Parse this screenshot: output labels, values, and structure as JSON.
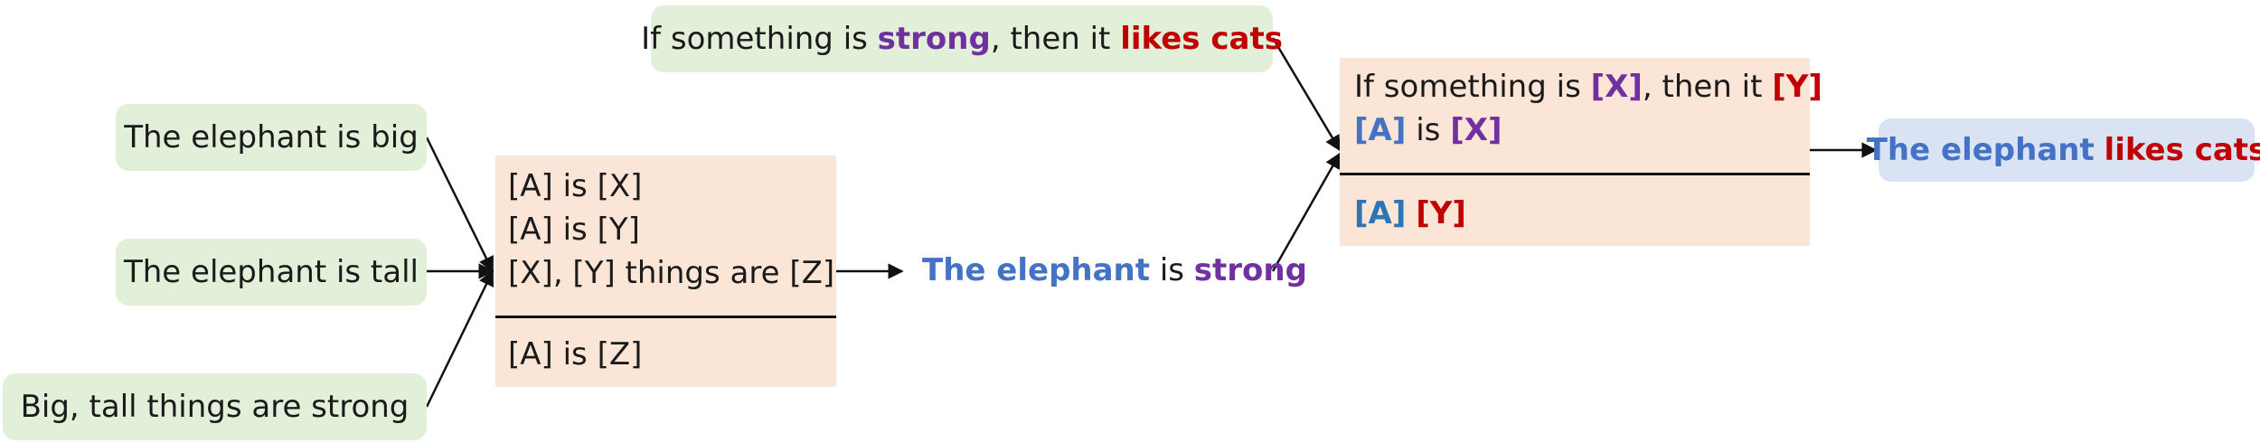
{
  "premises": {
    "p1": "The elephant is big",
    "p2": "The elephant is tall",
    "p3": "Big, tall things are strong"
  },
  "rule1": {
    "lines": [
      "[A] is [X]",
      "[A] is [Y]",
      "[X], [Y] things are [Z]"
    ],
    "conclusion": "[A] is [Z]"
  },
  "intermediate": {
    "subject": "The elephant",
    "verb": " is ",
    "property": "strong"
  },
  "top_premise": {
    "part1": "If something is ",
    "property": "strong",
    "part2": ", then it ",
    "action": "likes cats"
  },
  "rule2": {
    "line1_part1": "If something is ",
    "line1_x": "[X]",
    "line1_part2": ", then it ",
    "line1_y": "[Y]",
    "line2_a": "[A]",
    "line2_mid": " is ",
    "line2_x": "[X]",
    "conclusion_a": "[A]",
    "conclusion_y": "[Y]"
  },
  "result": {
    "subject": "The elephant",
    "action": "likes cats"
  },
  "colors": {
    "premise_bg": "#e2f0d9",
    "rule_bg": "#fbe5d6",
    "result_bg": "#dae3f3",
    "entity_blue": "#4472c4",
    "property_purple": "#7030a0",
    "action_red": "#c00000"
  }
}
